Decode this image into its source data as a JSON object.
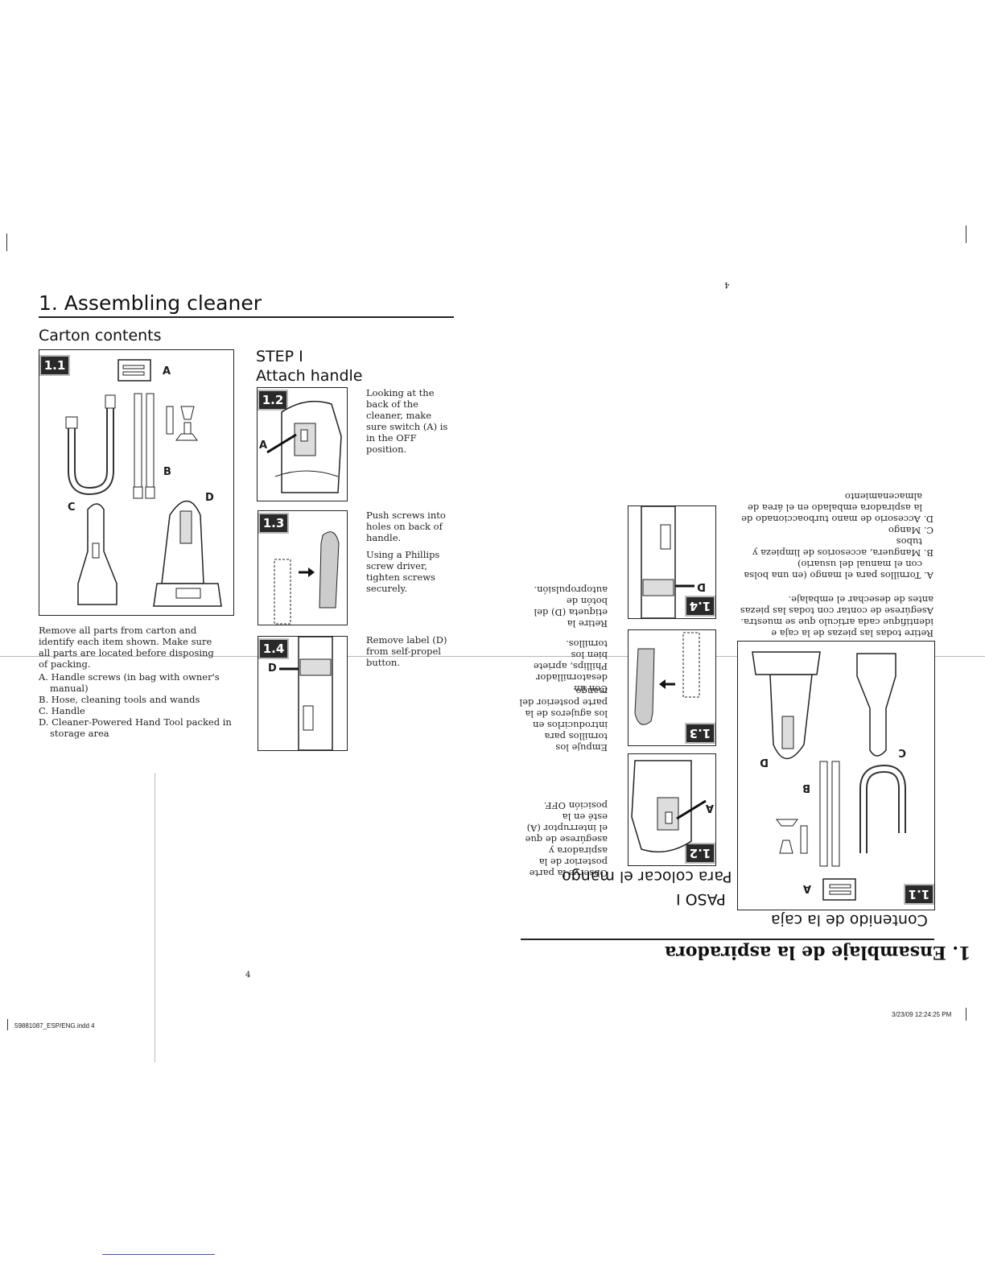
{
  "left_page": {
    "section_title": "1. Assembling cleaner",
    "subtitle": "Carton contents",
    "figure_1_1": {
      "badge": "1.1",
      "labels": {
        "a": "A",
        "b": "B",
        "c": "C",
        "d": "D"
      }
    },
    "intro_text": "Remove all parts from carton and identify each item shown. Make sure all parts are located before disposing of packing.",
    "items": [
      "A. Handle screws (in bag with owner's manual)",
      "B. Hose, cleaning tools and wands",
      "C. Handle",
      "D. Cleaner-Powered Hand Tool packed in storage area"
    ],
    "step_title": "STEP I",
    "step_subtitle": "Attach handle",
    "figures": [
      {
        "badge": "1.2",
        "label": "A",
        "text": "Looking at the back of the cleaner, make sure switch (A) is in the OFF position."
      },
      {
        "badge": "1.3",
        "label": "",
        "text": "Push screws into holes on back of handle.",
        "text2": "Using a Phillips screw driver, tighten screws securely."
      },
      {
        "badge": "1.4",
        "label": "D",
        "text": "Remove label (D) from self-propel button."
      }
    ],
    "page_number": "4",
    "footer_file": "59881087_ESP/ENG.indd 4"
  },
  "right_page": {
    "page_number": "4",
    "section_title": "1. Ensamblaje de la aspiradora",
    "subtitle": "Contenido de la caja",
    "figure_1_1": {
      "badge": "1.1",
      "labels": {
        "a": "A",
        "b": "B",
        "c": "C",
        "d": "D"
      }
    },
    "intro_text": "Retire todas las piezas de la caja e identifique cada artículo que se muestra. Asegúrese de contar con todas las piezas antes de desechar el embalaje.",
    "items": [
      "A. Tornillos para el mango (en una bolsa con el manual del usuario)",
      "B. Manguera, accesorios de limpieza y tubos",
      "C. Mango",
      "D. Accesorio de mano turboaccionado de la aspiradora embalado en el área de almacenamiento"
    ],
    "step_title": "PASO I",
    "step_subtitle": "Para colocar el mango",
    "figures": [
      {
        "badge": "1.2",
        "label": "A",
        "text": "Observe la parte posterior de la aspiradora y asegúrese de que el interruptor (A) esté en la posición OFF."
      },
      {
        "badge": "1.3",
        "label": "",
        "text": "Empuje los tornillos para introducirlos en los agujeros de la parte posterior del mango.",
        "text2": "Con un desatornillador Phillips, apriete bien los tornillos."
      },
      {
        "badge": "1.4",
        "label": "D",
        "text": "Retire la etiqueta (D) del botón de autopropulsión."
      }
    ],
    "footer_date": "3/23/09   12:24:25 PM"
  }
}
